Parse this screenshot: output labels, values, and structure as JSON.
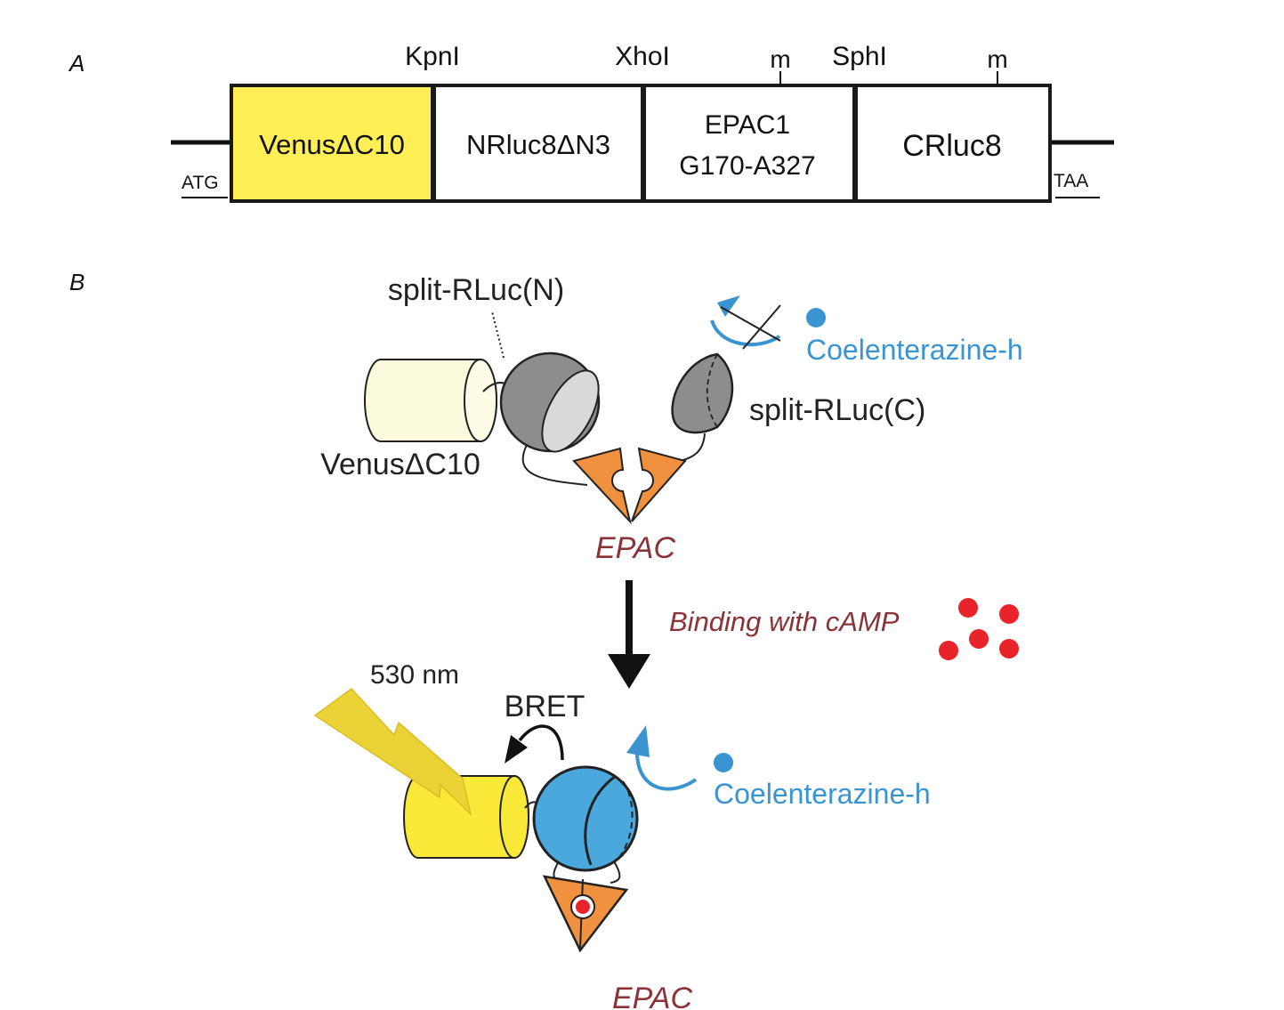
{
  "panel_a": {
    "panel_label": "A",
    "restriction_sites": {
      "kpni": "KpnI",
      "xhoi": "XhoI",
      "sphi": "SphI",
      "m1": "m",
      "m2": "m"
    },
    "start_codon": "ATG",
    "stop_codon": "TAA",
    "segments": {
      "venus": "VenusΔC10",
      "nrluc": "NRluc8ΔN3",
      "epac_line1": "EPAC1",
      "epac_line2": "G170-A327",
      "crluc": "CRluc8"
    },
    "colors": {
      "venus_fill": "#ffee55",
      "box_stroke": "#1a1a1a"
    }
  },
  "panel_b": {
    "panel_label": "B",
    "top": {
      "split_rluc_n": "split-RLuc(N)",
      "split_rluc_c": "split-RLuc(C)",
      "venus": "VenusΔC10",
      "substrate": "Coelenterazine-h",
      "epac": "EPAC"
    },
    "transition": {
      "label": "Binding with cAMP"
    },
    "bottom": {
      "emission": "530 nm",
      "bret": "BRET",
      "substrate": "Coelenterazine-h",
      "epac": "EPAC"
    },
    "colors": {
      "substrate_blue": "#3a94d1",
      "camp_red": "#e8232a",
      "epac_orange": "#f0913f",
      "epac_text": "#8a3236",
      "venus_pale": "#fcfadc",
      "venus_bright": "#fbe93a",
      "rluc_gray": "#8c8d8f",
      "rluc_blue": "#4aa8dc",
      "lightning_yellow": "#ebd236"
    }
  }
}
